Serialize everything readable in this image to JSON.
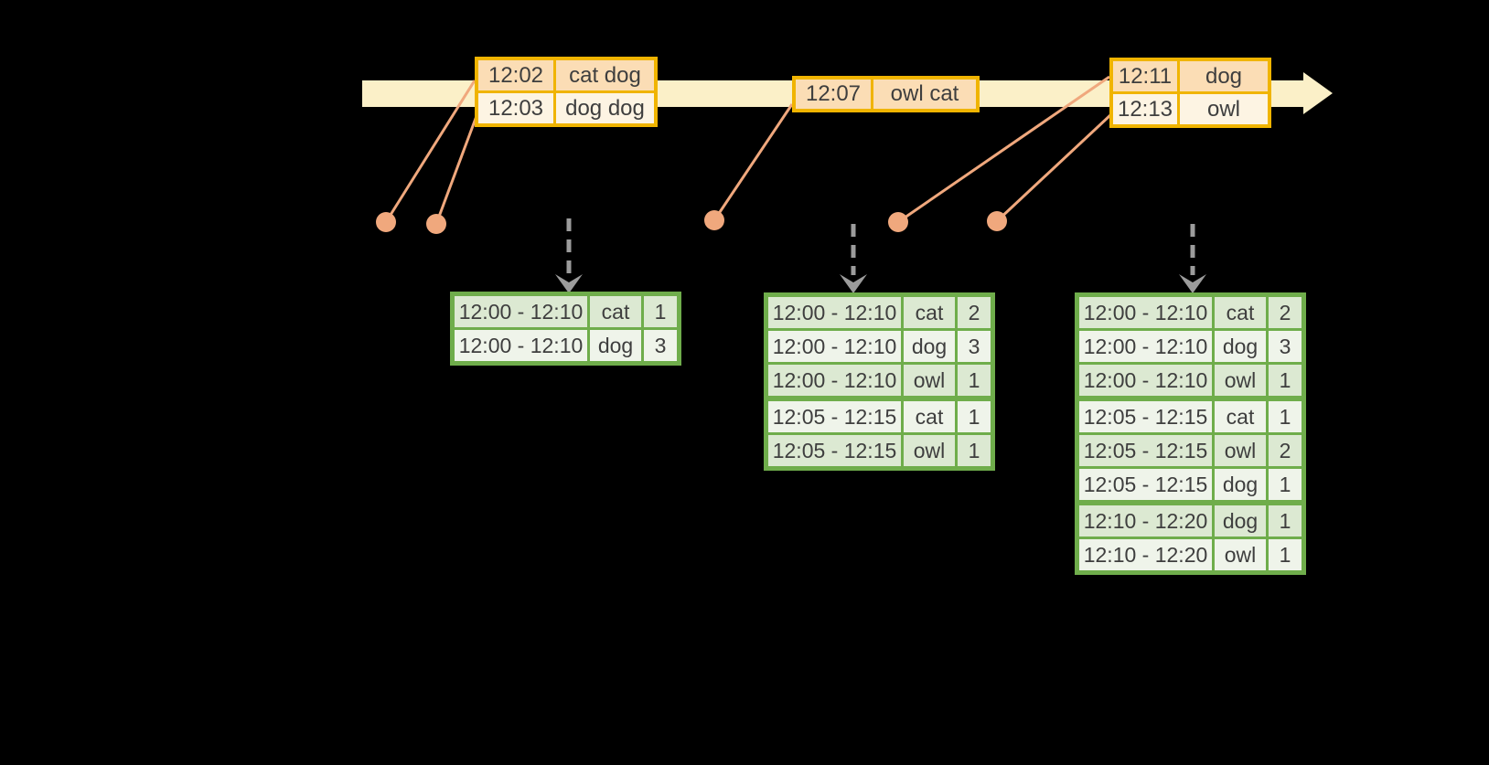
{
  "colors": {
    "background": "#000000",
    "band": "#fbf0c8",
    "gold": "#f0b400",
    "peach": "#fbddb5",
    "cream": "#fdf4e3",
    "salmon": "#f0a87d",
    "green": "#6fad4b",
    "green_cell_dark": "#dce9d2",
    "green_cell_light": "#eff4ea",
    "arrow_gray": "#9c9c9c",
    "text": "#3e3e3e"
  },
  "timeline": {
    "event_tables": [
      {
        "rows": [
          {
            "time": "12:02",
            "words": "cat dog"
          },
          {
            "time": "12:03",
            "words": "dog dog"
          }
        ]
      },
      {
        "rows": [
          {
            "time": "12:07",
            "words": "owl cat"
          }
        ]
      },
      {
        "rows": [
          {
            "time": "12:11",
            "words": "dog"
          },
          {
            "time": "12:13",
            "words": "owl"
          }
        ]
      }
    ]
  },
  "result_tables": [
    {
      "rows": [
        {
          "window": "12:00 - 12:10",
          "word": "cat",
          "count": "1"
        },
        {
          "window": "12:00 - 12:10",
          "word": "dog",
          "count": "3"
        }
      ]
    },
    {
      "rows": [
        {
          "window": "12:00 - 12:10",
          "word": "cat",
          "count": "2"
        },
        {
          "window": "12:00 - 12:10",
          "word": "dog",
          "count": "3"
        },
        {
          "window": "12:00 - 12:10",
          "word": "owl",
          "count": "1"
        },
        {
          "window": "12:05 - 12:15",
          "word": "cat",
          "count": "1"
        },
        {
          "window": "12:05 - 12:15",
          "word": "owl",
          "count": "1"
        }
      ]
    },
    {
      "rows": [
        {
          "window": "12:00 - 12:10",
          "word": "cat",
          "count": "2"
        },
        {
          "window": "12:00 - 12:10",
          "word": "dog",
          "count": "3"
        },
        {
          "window": "12:00 - 12:10",
          "word": "owl",
          "count": "1"
        },
        {
          "window": "12:05 - 12:15",
          "word": "cat",
          "count": "1"
        },
        {
          "window": "12:05 - 12:15",
          "word": "owl",
          "count": "2"
        },
        {
          "window": "12:05 - 12:15",
          "word": "dog",
          "count": "1"
        },
        {
          "window": "12:10 - 12:20",
          "word": "dog",
          "count": "1"
        },
        {
          "window": "12:10 - 12:20",
          "word": "owl",
          "count": "1"
        }
      ]
    }
  ]
}
